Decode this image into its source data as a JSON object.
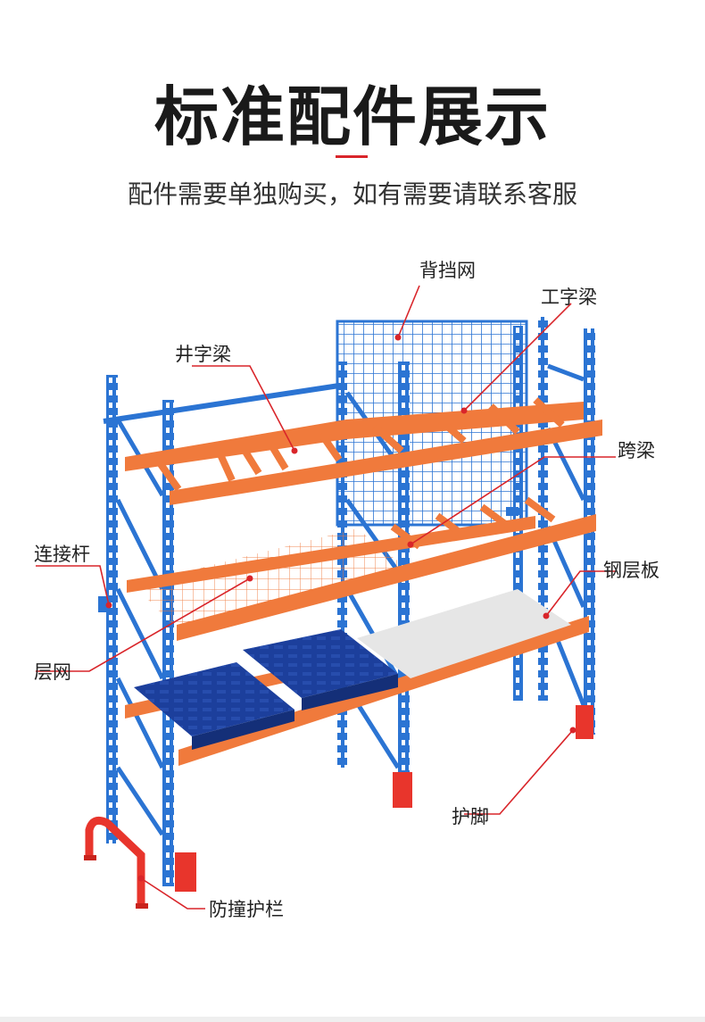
{
  "header": {
    "title": "标准配件展示",
    "subtitle": "配件需要单独购买，如有需要请联系客服"
  },
  "colors": {
    "upright": "#2b74d3",
    "beam": "#f07a3c",
    "callout": "#d9252a",
    "pallet": "#1c3f9c",
    "steel_panel": "#e6e6e6",
    "guard": "#e8352c"
  },
  "callouts": {
    "back_mesh": "背挡网",
    "i_beam": "工字梁",
    "grid_beam": "井字梁",
    "cross_beam": "跨梁",
    "connecting_rod": "连接杆",
    "steel_deck": "钢层板",
    "wire_deck": "层网",
    "foot_guard": "护脚",
    "guard_rail": "防撞护栏"
  }
}
